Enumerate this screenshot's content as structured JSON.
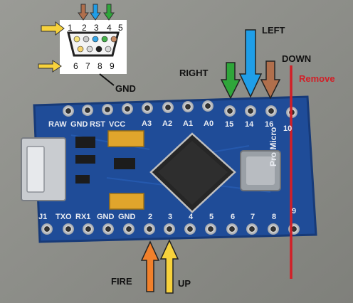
{
  "labels": {
    "left": "LEFT",
    "right": "RIGHT",
    "down": "DOWN",
    "remove": "Remove",
    "gnd": "GND",
    "fire": "FIRE",
    "up": "UP"
  },
  "db9": {
    "top_row": [
      "1",
      "2",
      "3",
      "4",
      "5"
    ],
    "bottom_row": [
      "6",
      "7",
      "8",
      "9"
    ]
  },
  "silkscreen": {
    "top_row": [
      "RAW",
      "GND",
      "RST",
      "VCC",
      "A3",
      "A2",
      "A1",
      "A0",
      "15",
      "14",
      "16",
      "10"
    ],
    "bottom_row": [
      "J1",
      "TXO",
      "RX1",
      "GND",
      "GND",
      "2",
      "3",
      "4",
      "5",
      "6",
      "7",
      "8",
      "9"
    ],
    "board_name": "Pro Micro"
  },
  "colors": {
    "background": "#8e8f8a",
    "pcb": "#1f4c98",
    "arrow_yellow": "#f7d23c",
    "arrow_orange": "#f1802b",
    "arrow_blue": "#1f9ee8",
    "arrow_green": "#2fa63a",
    "arrow_brown": "#b06f4c",
    "remove_line": "#d21f27"
  },
  "icons": [
    "arrow-right-icon",
    "arrow-down-icon",
    "arrow-up-icon",
    "db9-connector-icon",
    "usb-port-icon",
    "microcontroller-chip-icon",
    "crystal-icon"
  ]
}
